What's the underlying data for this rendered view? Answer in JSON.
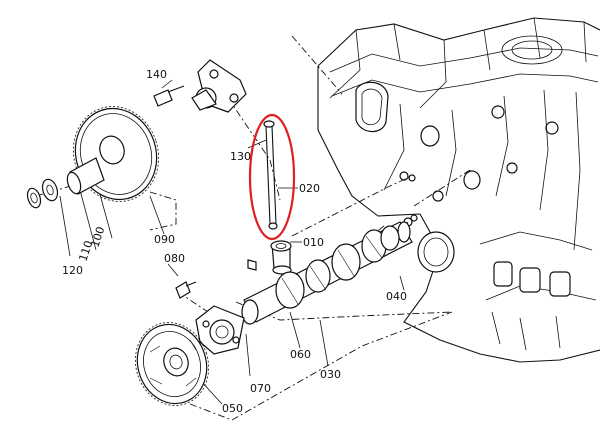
{
  "diagram": {
    "part_labels": {
      "p010": "010",
      "p020": "020",
      "p030": "030",
      "p040": "040",
      "p050": "050",
      "p060": "060",
      "p070": "070",
      "p080": "080",
      "p090": "090",
      "p100": "100",
      "p110": "110",
      "p120": "120",
      "p130": "130",
      "p140": "140"
    },
    "highlight": {
      "target": "020",
      "color": "#e02020"
    },
    "line_color": "#111111"
  }
}
